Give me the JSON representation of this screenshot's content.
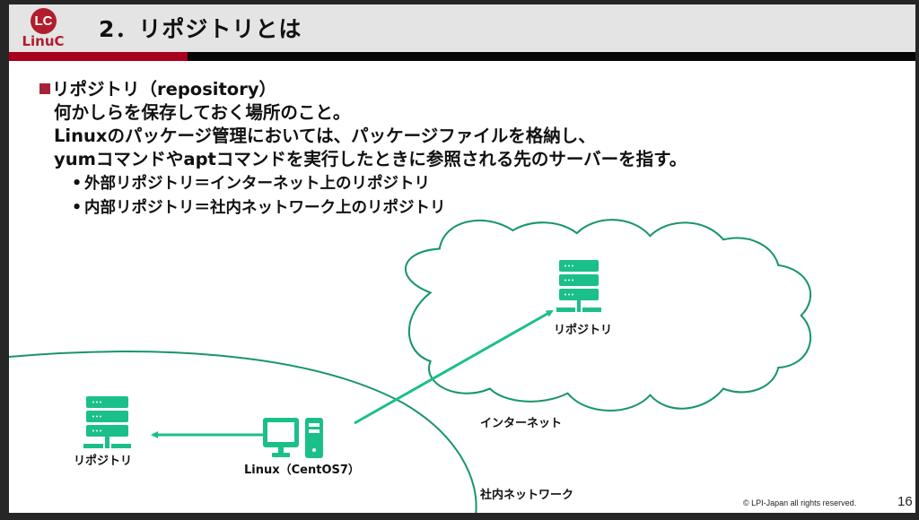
{
  "header": {
    "logo_mark": "LC",
    "logo_text": "LinuC",
    "title": "2．リポジトリとは"
  },
  "content": {
    "heading": "リポジトリ（repository）",
    "lines": [
      "何かしらを保存しておく場所のこと。",
      "Linuxのパッケージ管理においては、パッケージファイルを格納し、",
      "yumコマンドやaptコマンドを実行したときに参照される先のサーバーを指す。"
    ],
    "bullets": [
      "外部リポジトリ＝インターネット上のリポジトリ",
      "内部リポジトリ＝社内ネットワーク上のリポジトリ"
    ]
  },
  "diagram": {
    "internet_repo_label": "リポジトリ",
    "internal_repo_label": "リポジトリ",
    "client_label": "Linux（CentOS7）",
    "internet_label": "インターネット",
    "intranet_label": "社内ネットワーク",
    "accent_color": "#1bbf8a",
    "outline_color": "#17956e"
  },
  "footer": {
    "copyright": "© LPI-Japan  all rights reserved.",
    "page_number": "16"
  }
}
